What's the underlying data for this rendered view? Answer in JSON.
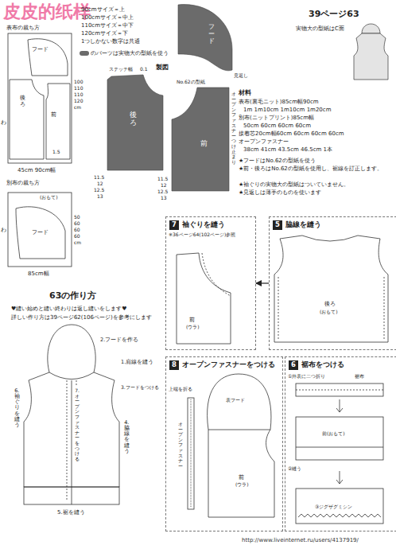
{
  "diagram": {
    "nodes": [
      {
        "text": [
          "7",
          "袖ぐりを縫う"
        ]
      },
      {
        "text": [
          "5",
          "脇線を縫う"
        ]
      },
      {
        "text": [
          "8",
          "オープンファスナーをつける"
        ]
      },
      {
        "text": [
          "6",
          "裾布をつける"
        ]
      }
    ],
    "edges": [
      {
        "from": 1,
        "to": 0,
        "arrow": "to"
      }
    ],
    "labels": [
      "皮皮的纸样",
      "表布の裁ち方",
      "フード",
      "後ろ",
      "前",
      "わ",
      "1.5",
      "100",
      "110",
      "110",
      "120",
      "cm",
      "45cm 90cm幅",
      "別布の裁ち方",
      "(おもて)",
      "フード",
      "わ",
      "50",
      "60",
      "60",
      "60",
      "cm",
      "85cm幅",
      "90cmサイズ＝上",
      "100cmサイズ＝中上",
      "110cmサイズ＝中下",
      "120cmサイズ＝下",
      "1つしかない数字は共通",
      "製図",
      "フード",
      "No.62の型紙",
      "見返し",
      "ステッチ幅",
      "0.1",
      "後ろ",
      "前",
      "オープンファスナーつけ止まり",
      "11.5",
      "12",
      "12.5",
      "13",
      "11.5",
      "12",
      "12.5",
      "13",
      "39ページ63",
      "実物大の型紙はC面",
      "材料",
      "表布(裏毛ニット)85cm幅90cm",
      "1m 1m10cm 1m10cm 1m20cm",
      "別布(ニットプリント)85cm幅",
      "50cm 60cm 60cm 60cm",
      "接着芯20cm幅60cm 60cm 60cm 60cm",
      "オープンファスナー",
      "38cm 41cm 43.5cm 46.5cm 1本",
      "★フードはNo.62の型紙を使う",
      "★前・後ろはNo.62の型紙を使用し、裾線を訂正します。",
      "★袖ぐりの実物大の型紙はついていません。",
      "★見返しは薄手のものを使います",
      "63の作り方",
      "♥縫い始めと縫い終わりは返し縫いをします♥",
      "詳しい作り方は39ページ62(106ページ)を参考にします",
      "2.フードを作る",
      "1.肩線を縫う",
      "3.フードをつける",
      "6.袖ぐりを縫う",
      "7.オープンファスナーをつける",
      "4.脇線を縫う",
      "5.裾を縫う",
      "※36ページ64(102ページ)参照",
      "前",
      "(ウラ)",
      "後ろ",
      "(おもて)",
      "上端を折る",
      "オープンファスナー",
      "表フード",
      "前",
      "(ウラ)",
      "①外表に二つ折り",
      "裾布",
      "前(おもて)",
      "②縫う",
      "③ジグザグミシン",
      "http://www.liveinternet.ru/users/4137919/"
    ],
    "legend": [
      {
        "text": "のパーツは実物大の型紙を使う",
        "color": "#6b6b6b"
      }
    ]
  }
}
